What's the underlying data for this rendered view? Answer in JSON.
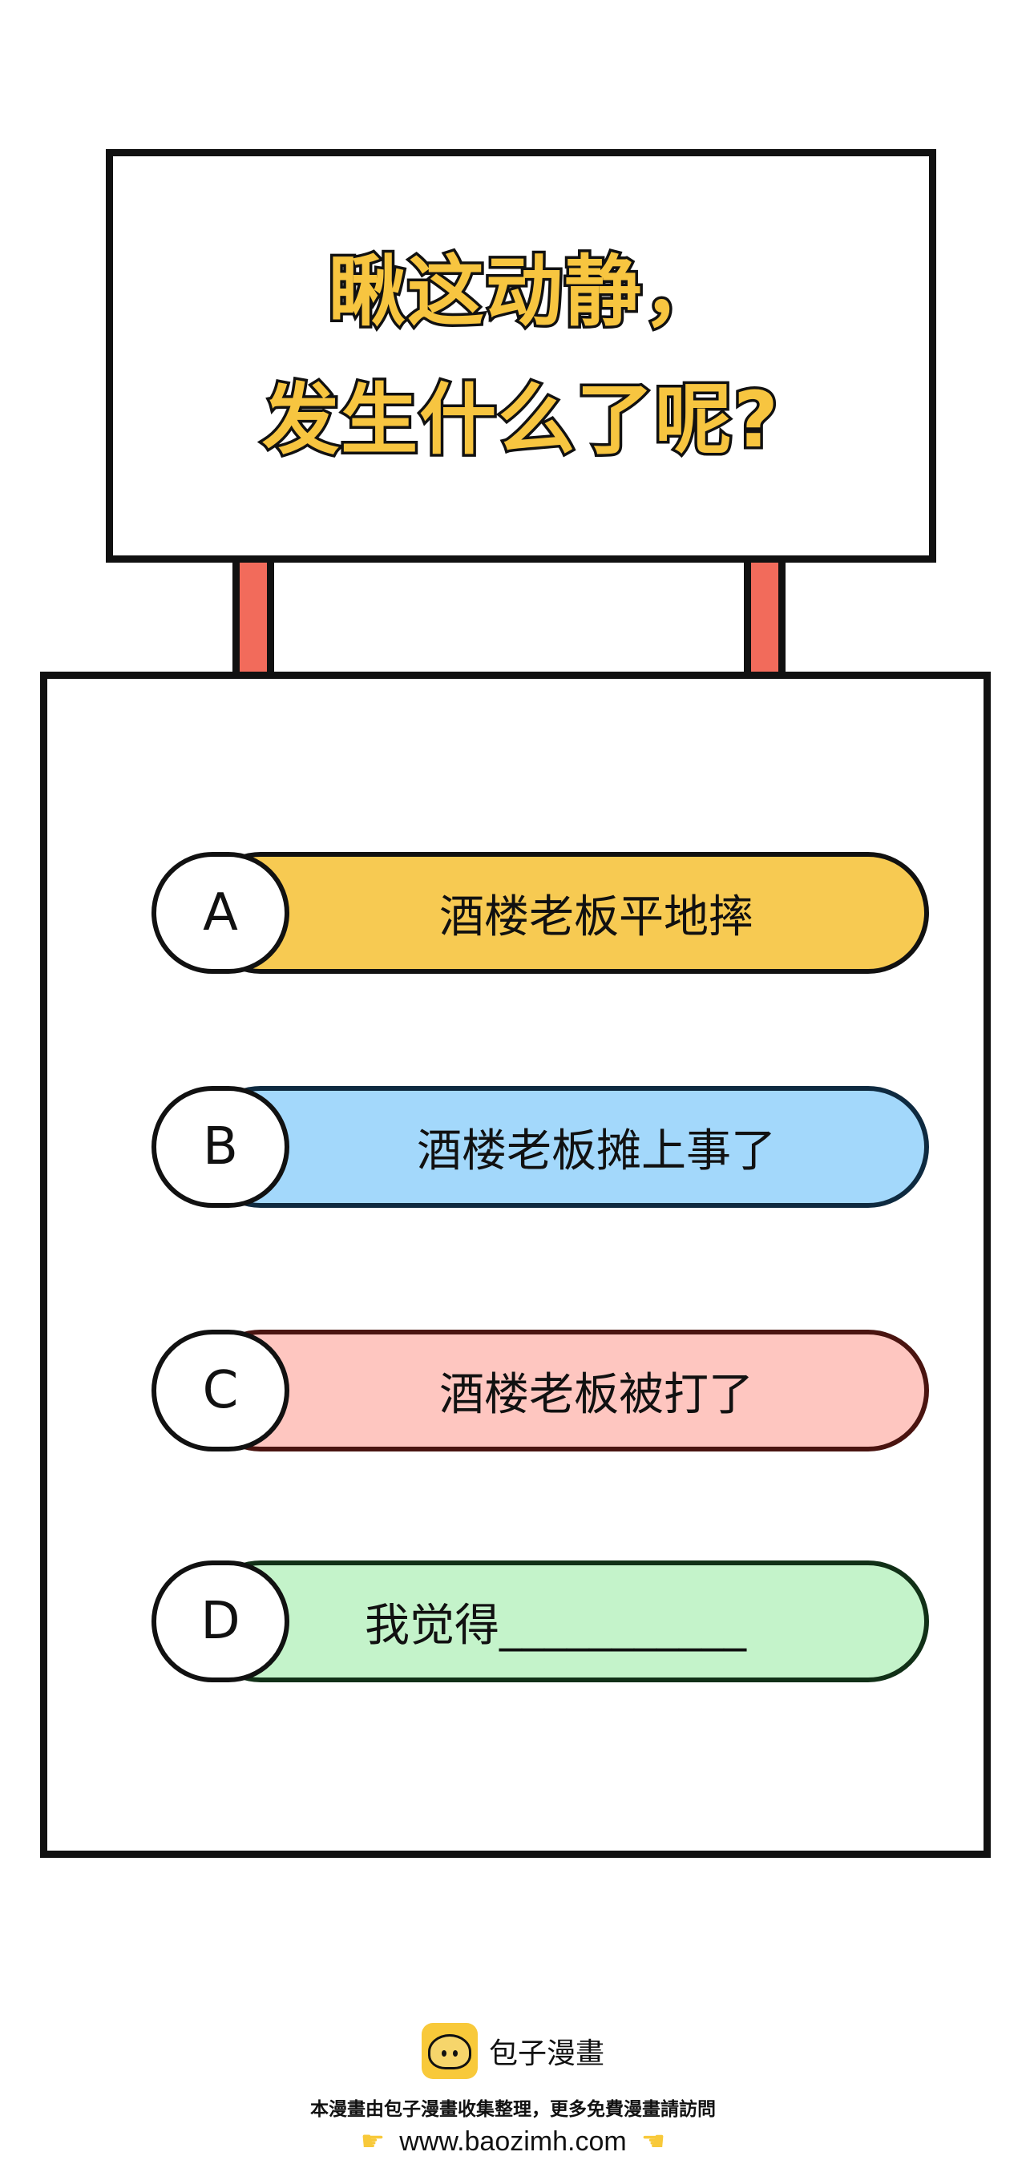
{
  "sign": {
    "title_line1": "瞅这动静，",
    "title_line2": "发生什么了呢?"
  },
  "options": [
    {
      "letter": "A",
      "text": "酒楼老板平地摔",
      "color": "#f7ca52"
    },
    {
      "letter": "B",
      "text": "酒楼老板摊上事了",
      "color": "#a3d8fb"
    },
    {
      "letter": "C",
      "text": "酒楼老板被打了",
      "color": "#fec6c0"
    },
    {
      "letter": "D",
      "text": "我觉得___________",
      "color": "#c4f3ca"
    }
  ],
  "footer": {
    "brand": "包子漫畫",
    "note": "本漫畫由包子漫畫收集整理，更多免費漫畫請訪問",
    "url": "www.baozimh.com",
    "logo_icon": "bun-icon",
    "pointer_icon": "pointing-hand-icon"
  },
  "colors": {
    "title_fill": "#f7c540",
    "post": "#f26b5b",
    "outline": "#111111"
  }
}
